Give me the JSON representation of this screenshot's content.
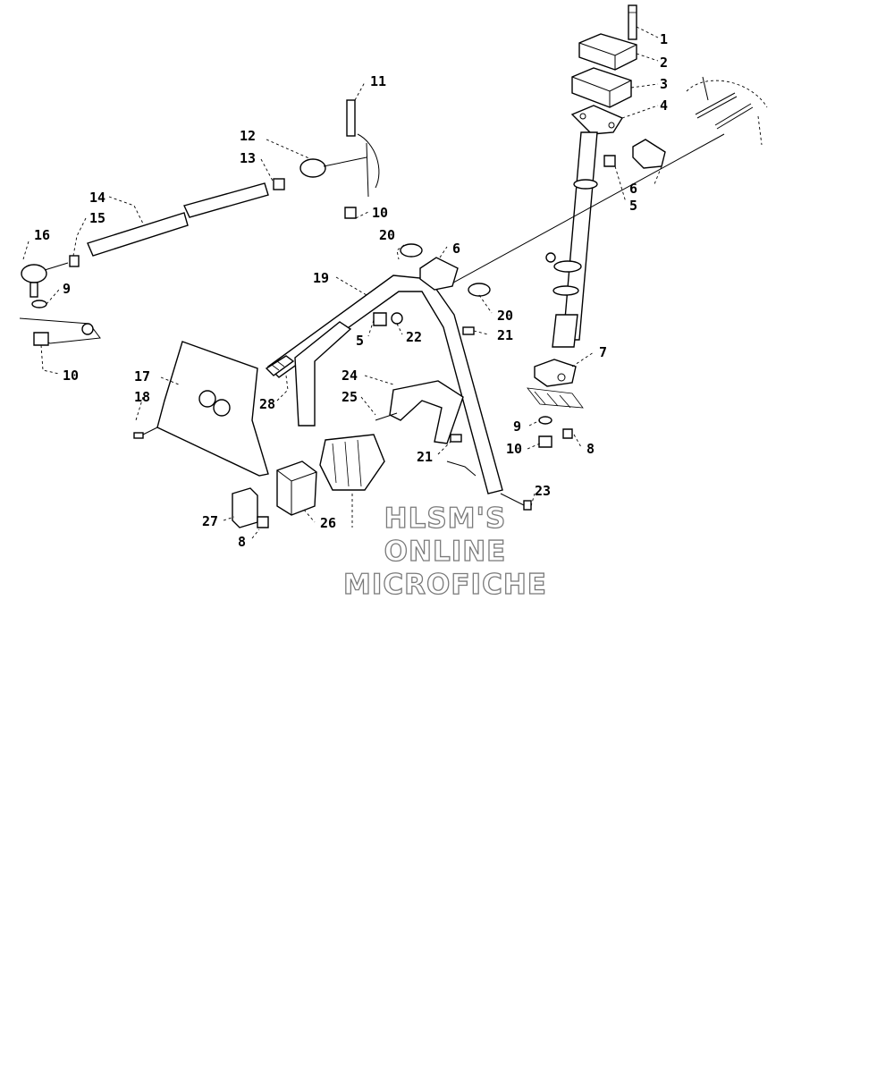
{
  "diagram": {
    "callouts": [
      {
        "id": "c1",
        "text": "1"
      },
      {
        "id": "c2",
        "text": "2"
      },
      {
        "id": "c3",
        "text": "3"
      },
      {
        "id": "c4",
        "text": "4"
      },
      {
        "id": "c6a",
        "text": "6"
      },
      {
        "id": "c5a",
        "text": "5"
      },
      {
        "id": "c11",
        "text": "11"
      },
      {
        "id": "c12",
        "text": "12"
      },
      {
        "id": "c13",
        "text": "13"
      },
      {
        "id": "c10a",
        "text": "10"
      },
      {
        "id": "c14",
        "text": "14"
      },
      {
        "id": "c15",
        "text": "15"
      },
      {
        "id": "c16",
        "text": "16"
      },
      {
        "id": "c9a",
        "text": "9"
      },
      {
        "id": "c10b",
        "text": "10"
      },
      {
        "id": "c20a",
        "text": "20"
      },
      {
        "id": "c6b",
        "text": "6"
      },
      {
        "id": "c19",
        "text": "19"
      },
      {
        "id": "c20b",
        "text": "20"
      },
      {
        "id": "c5b",
        "text": "5"
      },
      {
        "id": "c22",
        "text": "22"
      },
      {
        "id": "c21a",
        "text": "21"
      },
      {
        "id": "c7",
        "text": "7"
      },
      {
        "id": "c17",
        "text": "17"
      },
      {
        "id": "c18",
        "text": "18"
      },
      {
        "id": "c28",
        "text": "28"
      },
      {
        "id": "c24",
        "text": "24"
      },
      {
        "id": "c25",
        "text": "25"
      },
      {
        "id": "c9b",
        "text": "9"
      },
      {
        "id": "c10c",
        "text": "10"
      },
      {
        "id": "c8a",
        "text": "8"
      },
      {
        "id": "c21b",
        "text": "21"
      },
      {
        "id": "c23",
        "text": "23"
      },
      {
        "id": "c27",
        "text": "27"
      },
      {
        "id": "c8b",
        "text": "8"
      },
      {
        "id": "c26",
        "text": "26"
      }
    ]
  },
  "watermark": {
    "line1": "HLSM'S",
    "line2": "ONLINE",
    "line3": "MICROFICHE"
  }
}
